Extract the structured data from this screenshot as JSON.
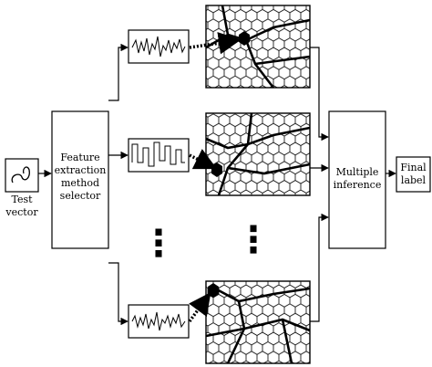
{
  "input": {
    "label": "Test\nvector"
  },
  "selector": {
    "label": "Feature\nextraction\nmethod\nselector"
  },
  "inference": {
    "label": "Multiple\ninference"
  },
  "output": {
    "label": "Final\nlabel"
  },
  "branches": [
    {
      "signal": "noisy-waveform",
      "map": "hexagonal-partitioned-map"
    },
    {
      "signal": "square-waveform",
      "map": "hexagonal-partitioned-map"
    },
    {
      "signal": "noisy-waveform",
      "map": "hexagonal-partitioned-map"
    }
  ],
  "ellipsis": "⋮",
  "icons": {
    "input_glyph": "loop-curve-icon",
    "winner_node": "hexagon-node-icon"
  },
  "colors": {
    "stroke": "#000000",
    "background": "#ffffff"
  }
}
